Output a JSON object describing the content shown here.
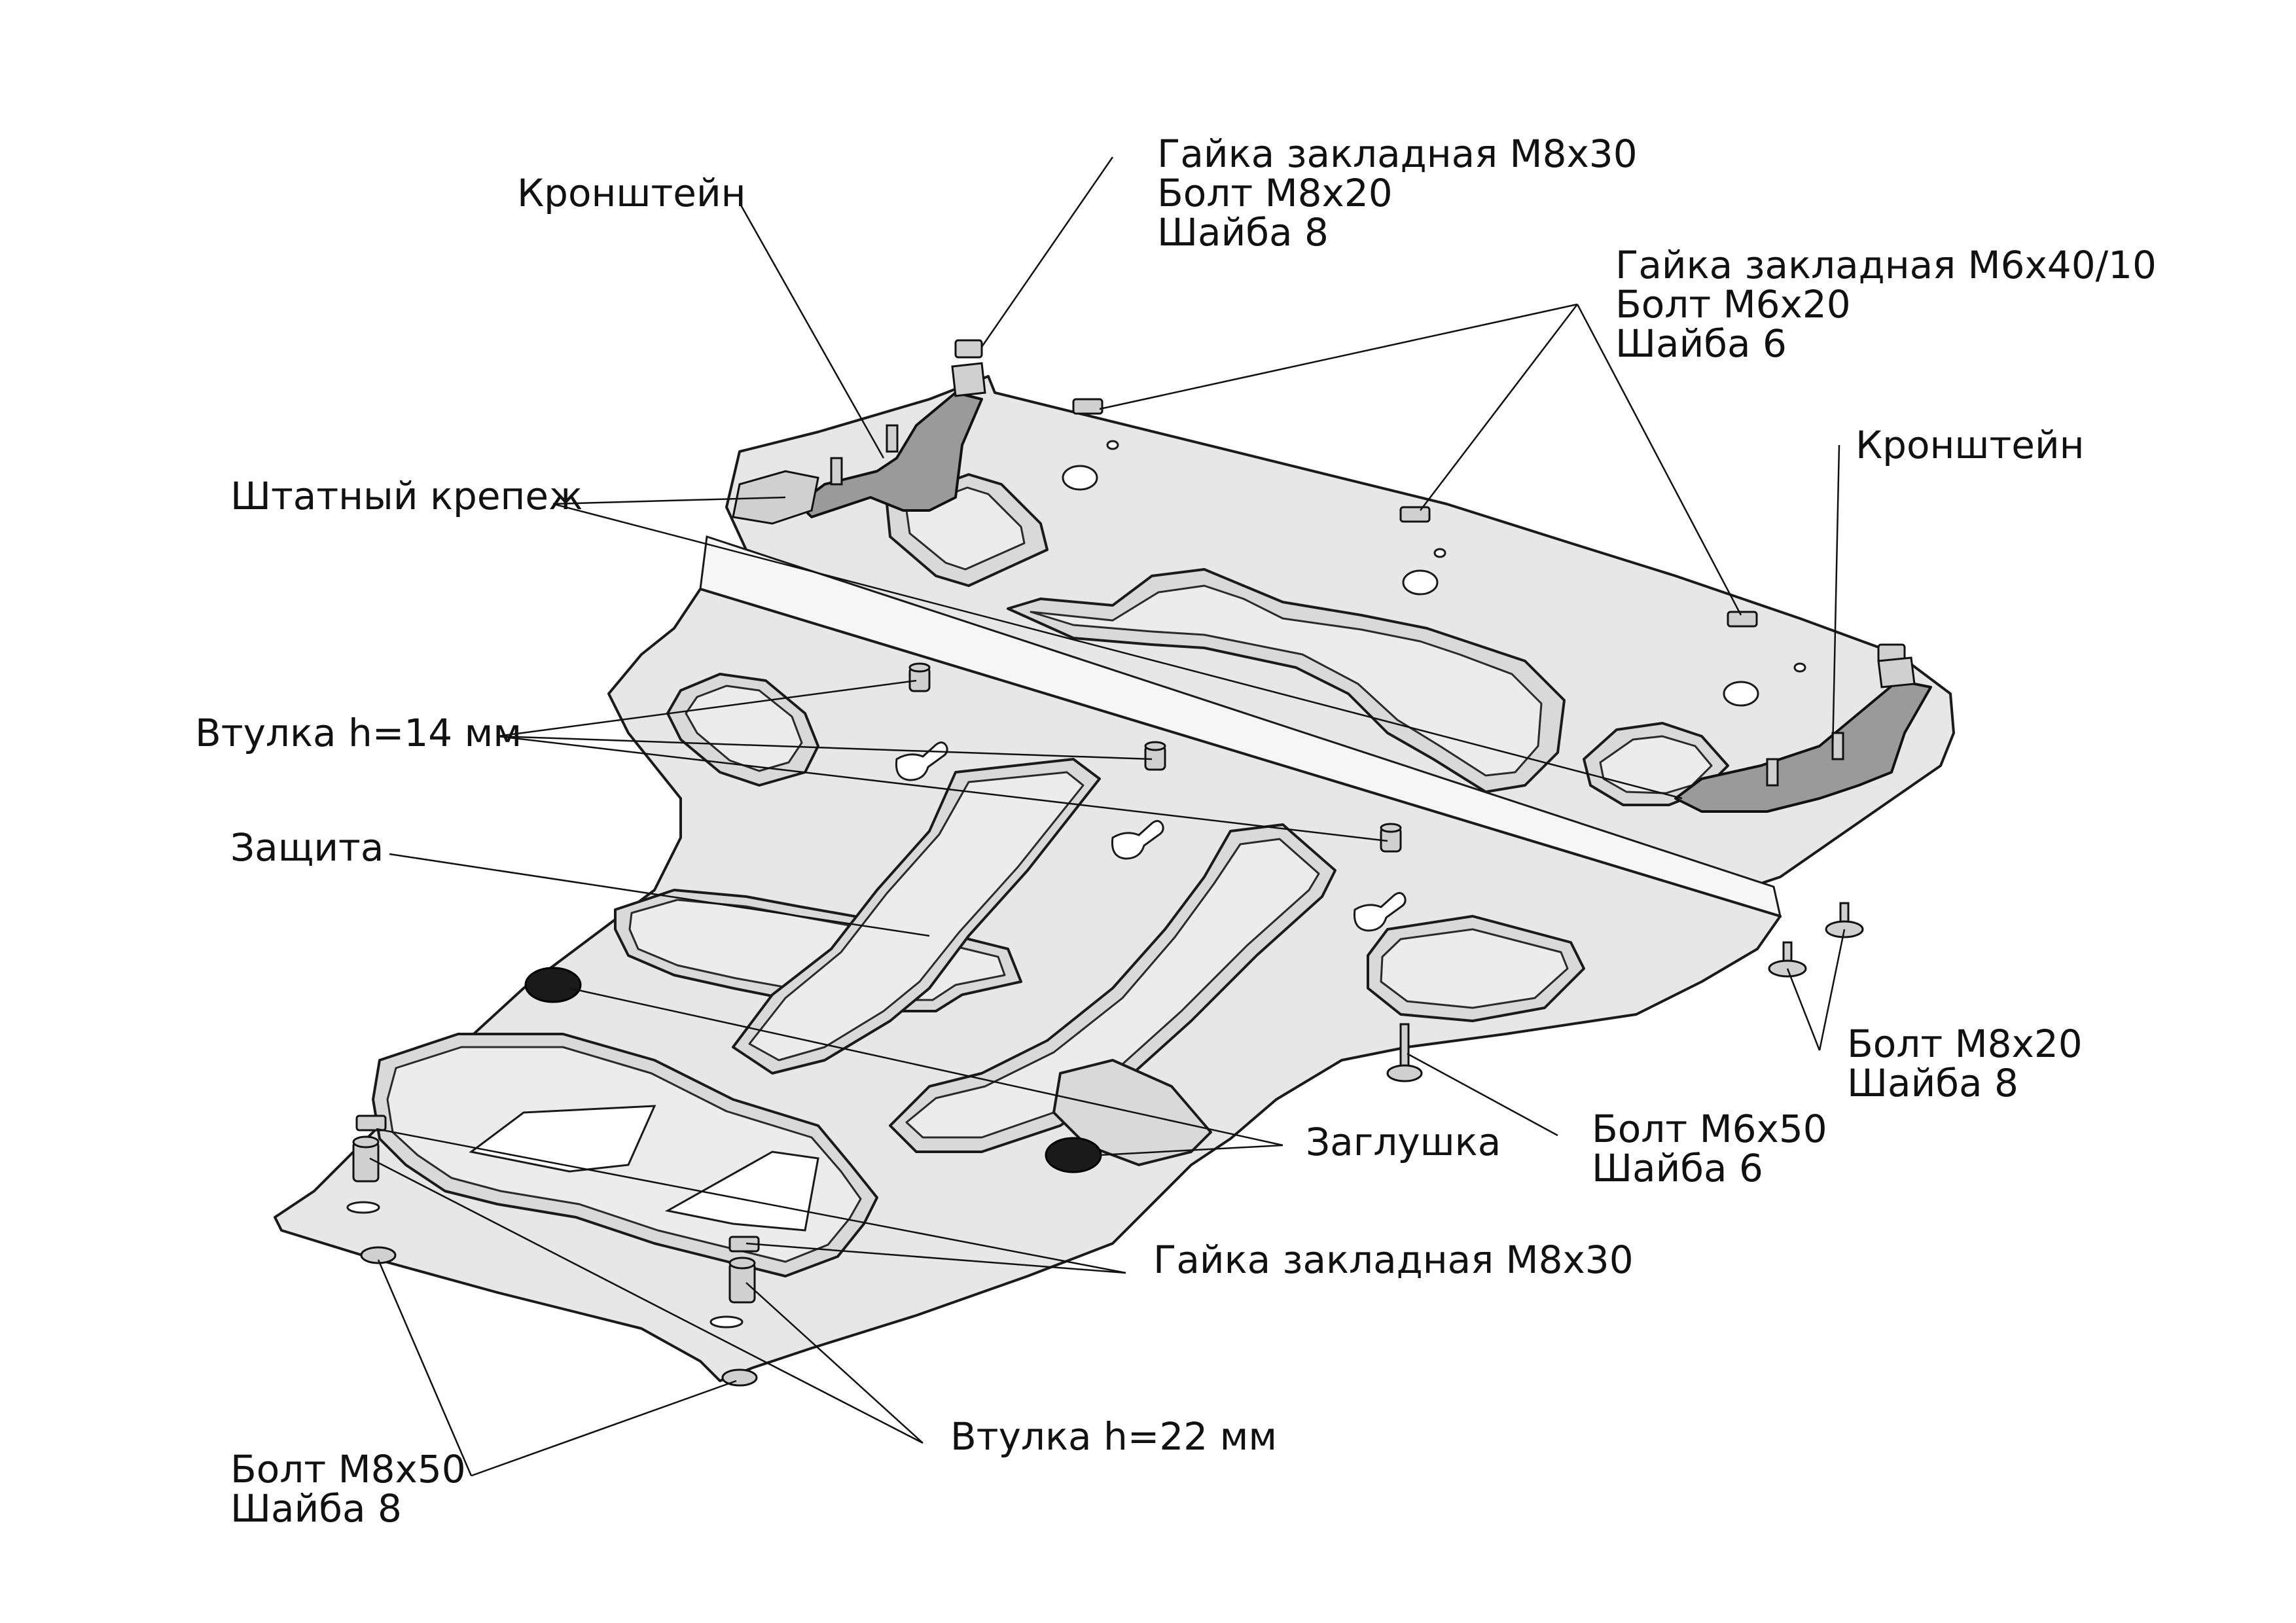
{
  "labels": {
    "bracket_left": "Кронштейн",
    "nut_top_line1": "Гайка закладная М8х30",
    "nut_top_line2": "Болт М8х20",
    "nut_top_line3": "Шайба 8",
    "nut_m6_line1": "Гайка закладная М6х40/10",
    "nut_m6_line2": "Болт М6х20",
    "nut_m6_line3": "Шайба 6",
    "bracket_right": "Кронштейн",
    "standard_fastener": "Штатный крепеж",
    "bushing_14": "Втулка h=14 мм",
    "protection": "Защита",
    "bolt_m8x20_line1": "Болт М8х20",
    "bolt_m8x20_line2": "Шайба 8",
    "plug": "Заглушка",
    "bolt_m6x50_line1": "Болт М6х50",
    "bolt_m6x50_line2": "Шайба 6",
    "nut_bottom": "Гайка закладная М8х30",
    "bushing_22": "Втулка h=22 мм",
    "bolt_m8x50_line1": "Болт М8х50",
    "bolt_m8x50_line2": "Шайба 8"
  }
}
